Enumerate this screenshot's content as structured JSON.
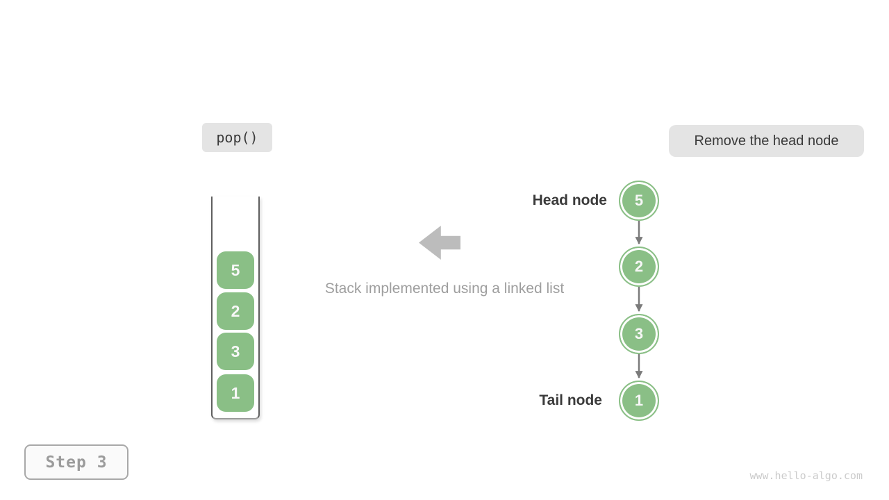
{
  "colors": {
    "green": "#8ABF86",
    "node_text": "#F7F7F7",
    "connector": "#7B7B7B",
    "label_dark": "#3A3A3A",
    "caption_gray": "#9E9E9E",
    "big_arrow": "#BCBCBC",
    "badge_bg": "#E4E4E4",
    "step_text": "#9B9B9B",
    "watermark": "#CBCBCB"
  },
  "operation_badge": {
    "label": "pop()"
  },
  "annotation_badge": {
    "label": "Remove the head node"
  },
  "stack": {
    "items": [
      "5",
      "2",
      "3",
      "1"
    ]
  },
  "center": {
    "caption": "Stack implemented using a linked list"
  },
  "linked_list": {
    "head_label": "Head node",
    "tail_label": "Tail node",
    "nodes": [
      "5",
      "2",
      "3",
      "1"
    ]
  },
  "step_badge": {
    "label": "Step 3"
  },
  "footer": {
    "watermark": "www.hello-algo.com"
  }
}
